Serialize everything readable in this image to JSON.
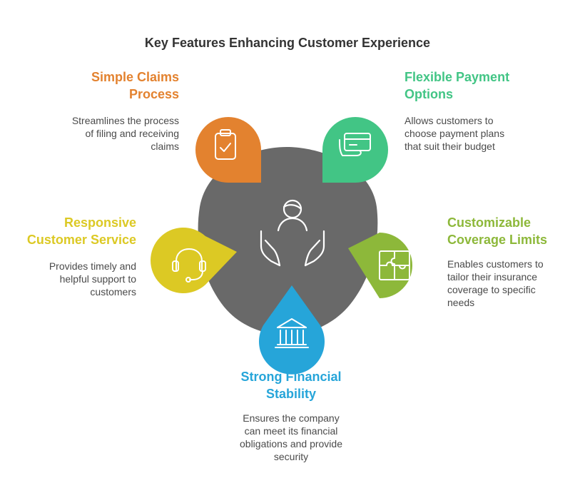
{
  "title": "Key Features Enhancing Customer Experience",
  "colors": {
    "center": "#696969",
    "claims": "#E3822F",
    "payment": "#42C585",
    "coverage": "#8DB83A",
    "financial": "#26A5D9",
    "service": "#DCC924"
  },
  "center": {
    "icon": "hands-holding-person-icon"
  },
  "features": {
    "claims": {
      "title": [
        "Simple Claims",
        "Process"
      ],
      "desc": [
        "Streamlines the process",
        "of filing and receiving",
        "claims"
      ],
      "icon": "clipboard-check-icon"
    },
    "payment": {
      "title": [
        "Flexible Payment",
        "Options"
      ],
      "desc": [
        "Allows customers to",
        "choose payment plans",
        "that suit their budget"
      ],
      "icon": "payment-card-icon"
    },
    "coverage": {
      "title": [
        "Customizable",
        "Coverage Limits"
      ],
      "desc": [
        "Enables customers to",
        "tailor their insurance",
        "coverage to specific",
        "needs"
      ],
      "icon": "puzzle-icon"
    },
    "financial": {
      "title": [
        "Strong Financial",
        "Stability"
      ],
      "desc": [
        "Ensures the company",
        "can meet its financial",
        "obligations and provide",
        "security"
      ],
      "icon": "bank-building-icon"
    },
    "service": {
      "title": [
        "Responsive",
        "Customer Service"
      ],
      "desc": [
        "Provides timely and",
        "helpful support to",
        "customers"
      ],
      "icon": "headset-icon"
    }
  }
}
